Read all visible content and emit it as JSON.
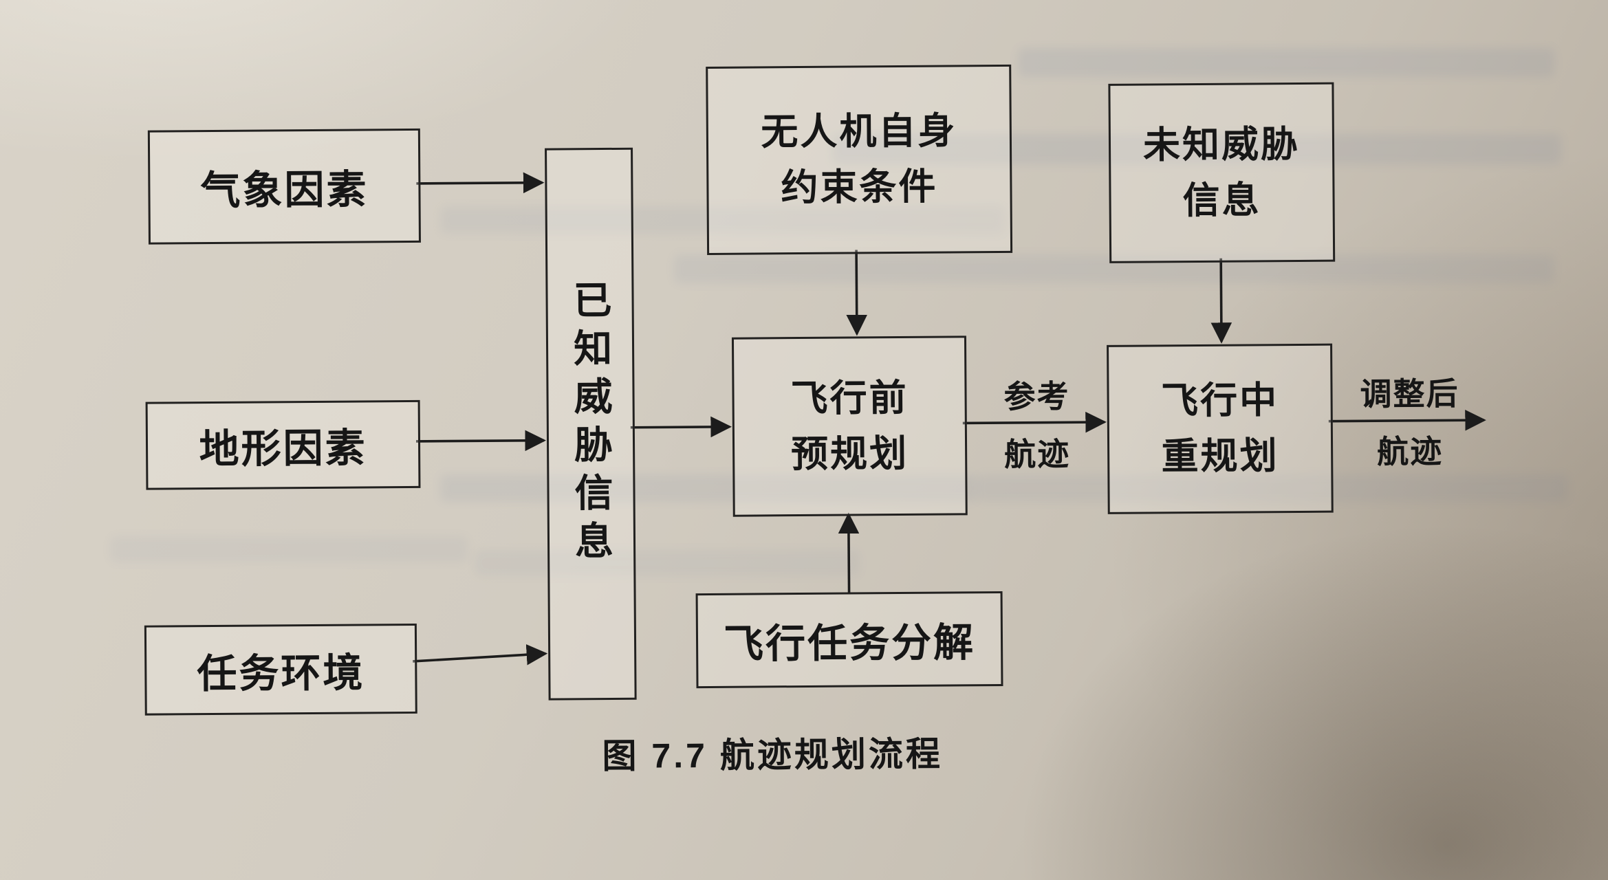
{
  "figure": {
    "caption": "图 7.7  航迹规划流程",
    "nodes": {
      "weather": "气象因素",
      "terrain": "地形因素",
      "mission_env": "任务环境",
      "known_threat": "已知威胁信息",
      "uav_constraints": {
        "line1": "无人机自身",
        "line2": "约束条件"
      },
      "preflight": {
        "line1": "飞行前",
        "line2": "预规划"
      },
      "mission_decompose": "飞行任务分解",
      "unknown_threat": {
        "line1": "未知威胁",
        "line2": "信息"
      },
      "inflight": {
        "line1": "飞行中",
        "line2": "重规划"
      }
    },
    "edges": {
      "reference_track": {
        "line1": "参考",
        "line2": "航迹"
      },
      "adjusted_track": {
        "line1": "调整后",
        "line2": "航迹"
      }
    },
    "ink_color": "#1c1c1c",
    "paper_color": "#cfc9bd"
  }
}
